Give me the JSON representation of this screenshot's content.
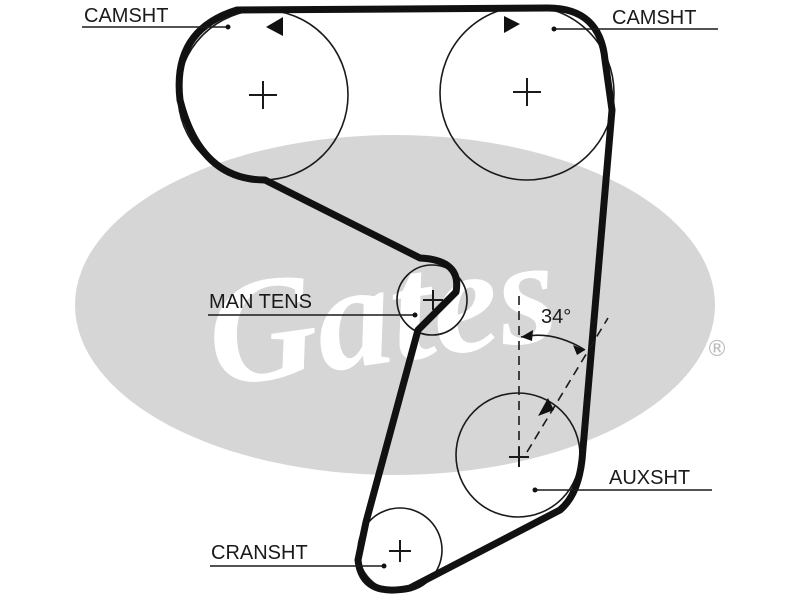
{
  "brand": {
    "registered_mark": "®",
    "colors": {
      "ellipse": "#d6d6d6",
      "wordmark": "#ffffff"
    }
  },
  "diagram": {
    "angle_label": "34°",
    "pulleys": [
      {
        "id": "camsht-left",
        "label": "CAMSHT"
      },
      {
        "id": "camsht-right",
        "label": "CAMSHT"
      },
      {
        "id": "man-tens",
        "label": "MAN TENS"
      },
      {
        "id": "auxsht",
        "label": "AUXSHT"
      },
      {
        "id": "cransht",
        "label": "CRANSHT"
      }
    ],
    "colors": {
      "belt": "#111111",
      "lines": "#1a1a1a"
    }
  }
}
